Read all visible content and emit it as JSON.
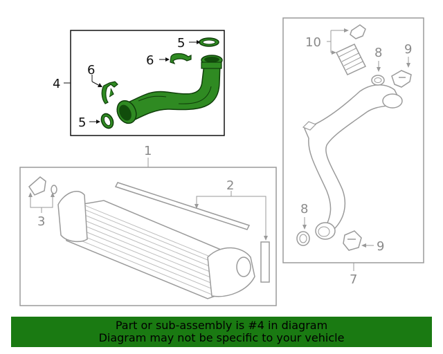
{
  "callouts": {
    "c1": "1",
    "c2": "2",
    "c3": "3",
    "c4": "4",
    "c5a": "5",
    "c5b": "5",
    "c6a": "6",
    "c6b": "6",
    "c7": "7",
    "c8a": "8",
    "c8b": "8",
    "c9a": "9",
    "c9b": "9",
    "c10": "10"
  },
  "banner": {
    "line1": "Part or sub-assembly is #4 in diagram",
    "line2": "Diagram may not be specific to your vehicle"
  },
  "colors": {
    "highlight_green": "#1a7a12",
    "part_fill": "#2f8a22",
    "outline_grey": "#9a9a9a",
    "outline_dark": "#111111"
  }
}
